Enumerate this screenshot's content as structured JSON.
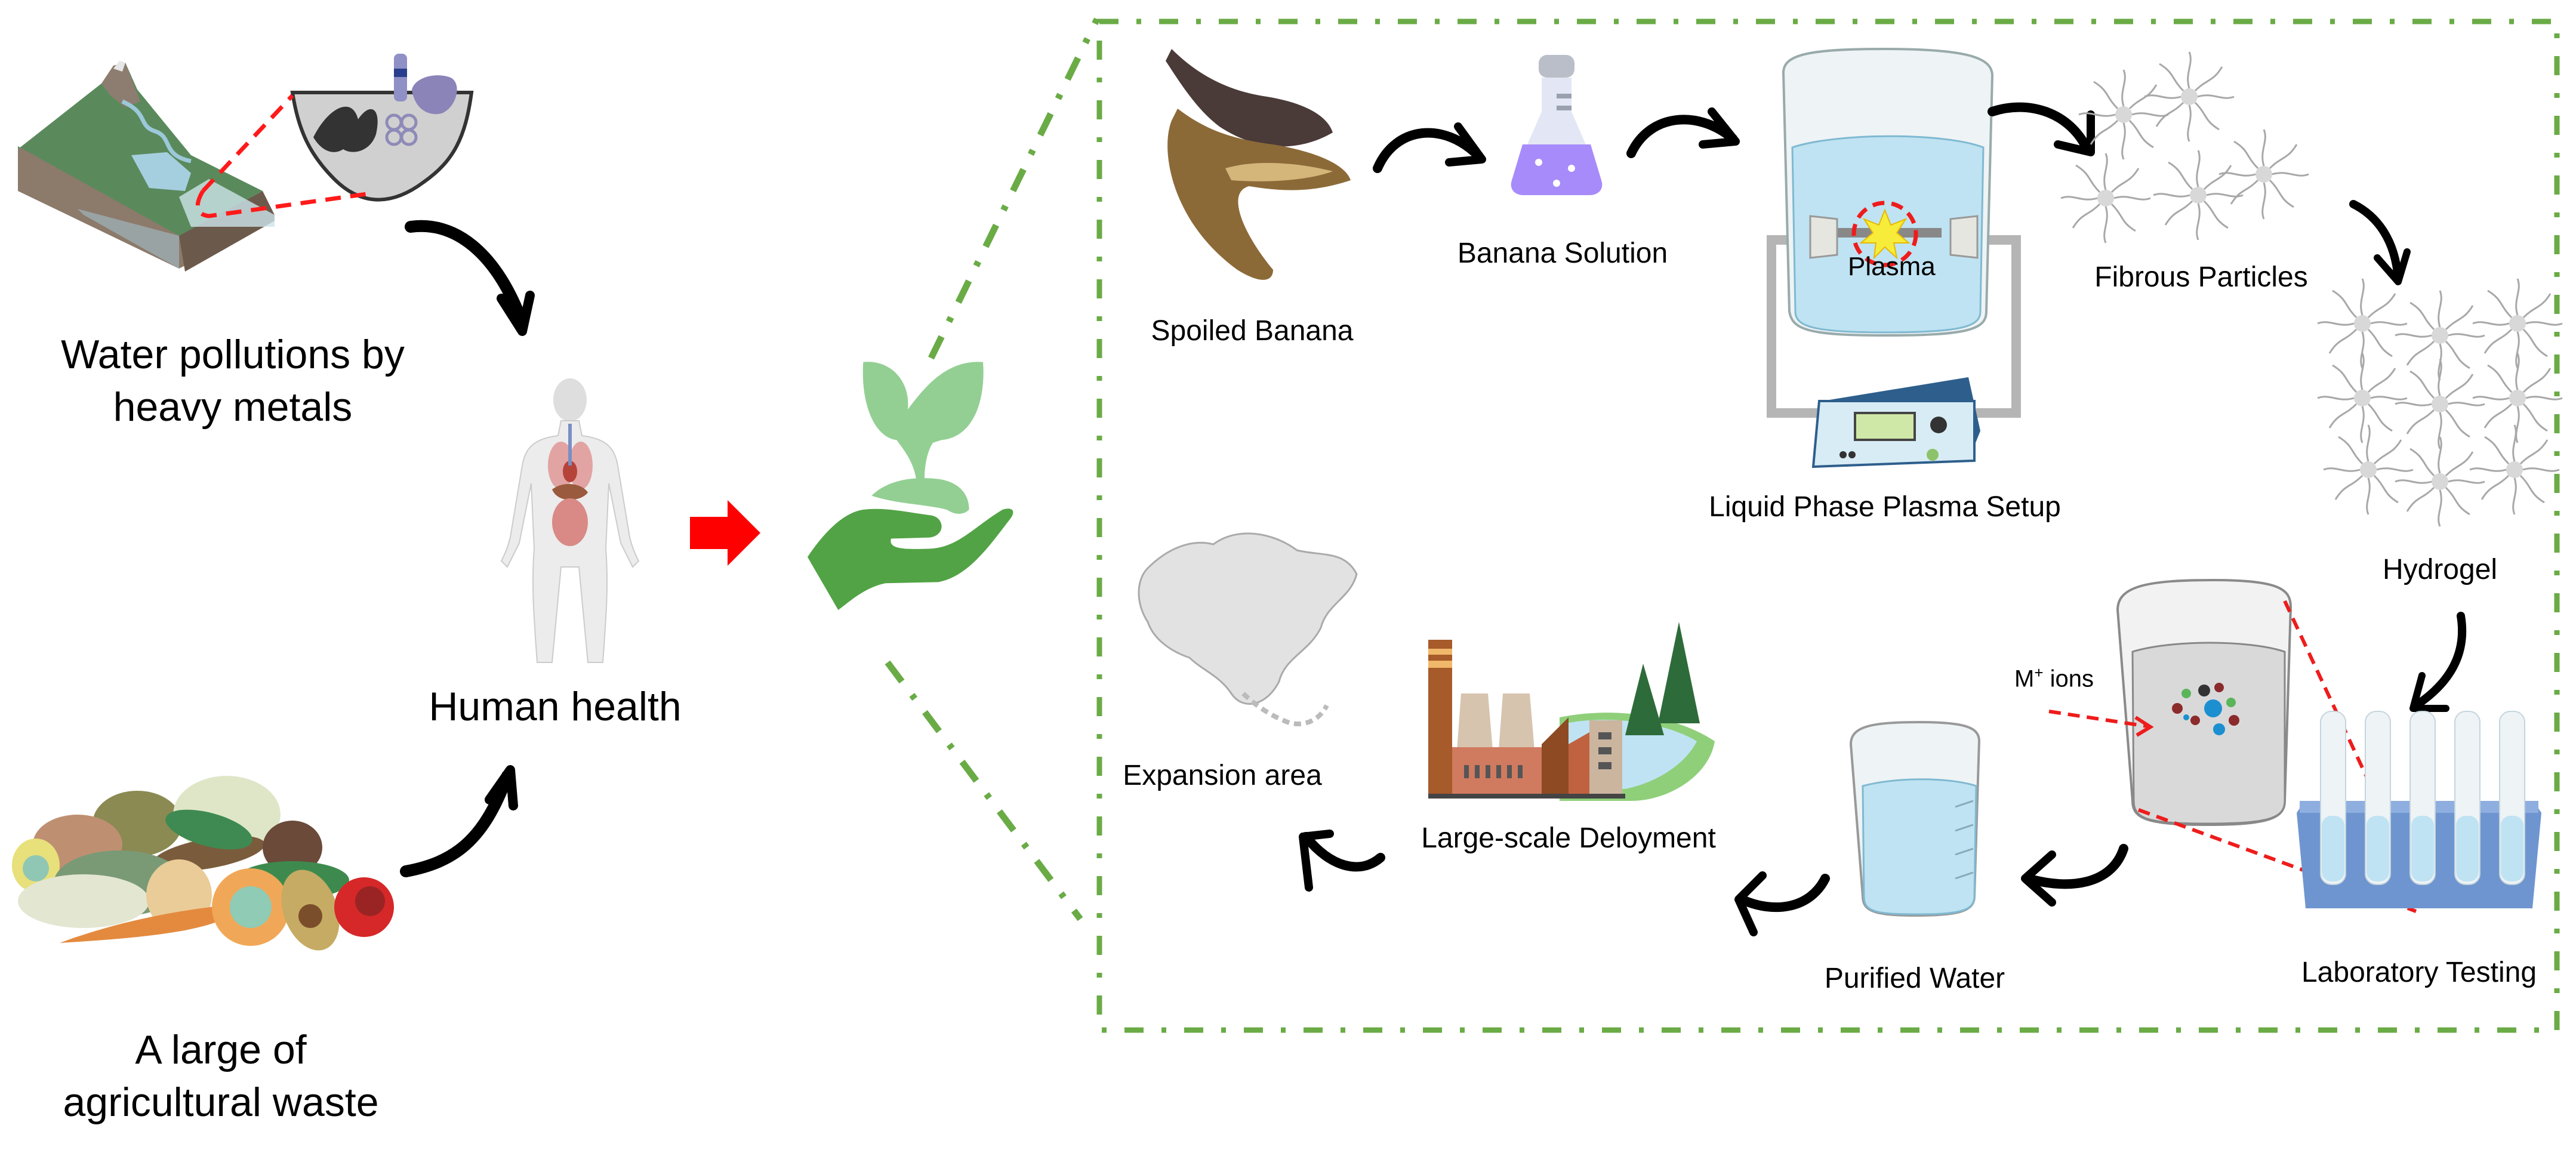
{
  "left_panel": {
    "water_pollution": {
      "line1": "Water pollutions by",
      "line2": "heavy metals"
    },
    "human_health": {
      "label": "Human health"
    },
    "agri_waste": {
      "line1": "A large of",
      "line2": "agricultural waste"
    }
  },
  "process_panel": {
    "steps": [
      {
        "id": "spoiled-banana",
        "label": "Spoiled Banana"
      },
      {
        "id": "banana-solution",
        "label": "Banana Solution"
      },
      {
        "id": "plasma-setup",
        "label": "Liquid Phase Plasma Setup",
        "inner_label": "Plasma"
      },
      {
        "id": "fibrous-particles",
        "label": "Fibrous Particles"
      },
      {
        "id": "hydrogel",
        "label": "Hydrogel"
      },
      {
        "id": "laboratory-testing",
        "label": "Laboratory Testing"
      },
      {
        "id": "purified-water",
        "label": "Purified Water"
      },
      {
        "id": "large-scale-deployment",
        "label": "Large-scale Deloyment"
      },
      {
        "id": "expansion-area",
        "label": "Expansion area"
      }
    ],
    "ions_label": {
      "base": "M",
      "sup": "+",
      "rest": " ions"
    }
  },
  "colors": {
    "border_green": "#6aab46",
    "arrow_red": "#ff0000",
    "dashed_red": "#ee1c1c",
    "hand_green": "#52a345",
    "leaf_green": "#93cf93",
    "flask_purple": "#a78bfa",
    "water_blue": "#bfe3f2"
  }
}
